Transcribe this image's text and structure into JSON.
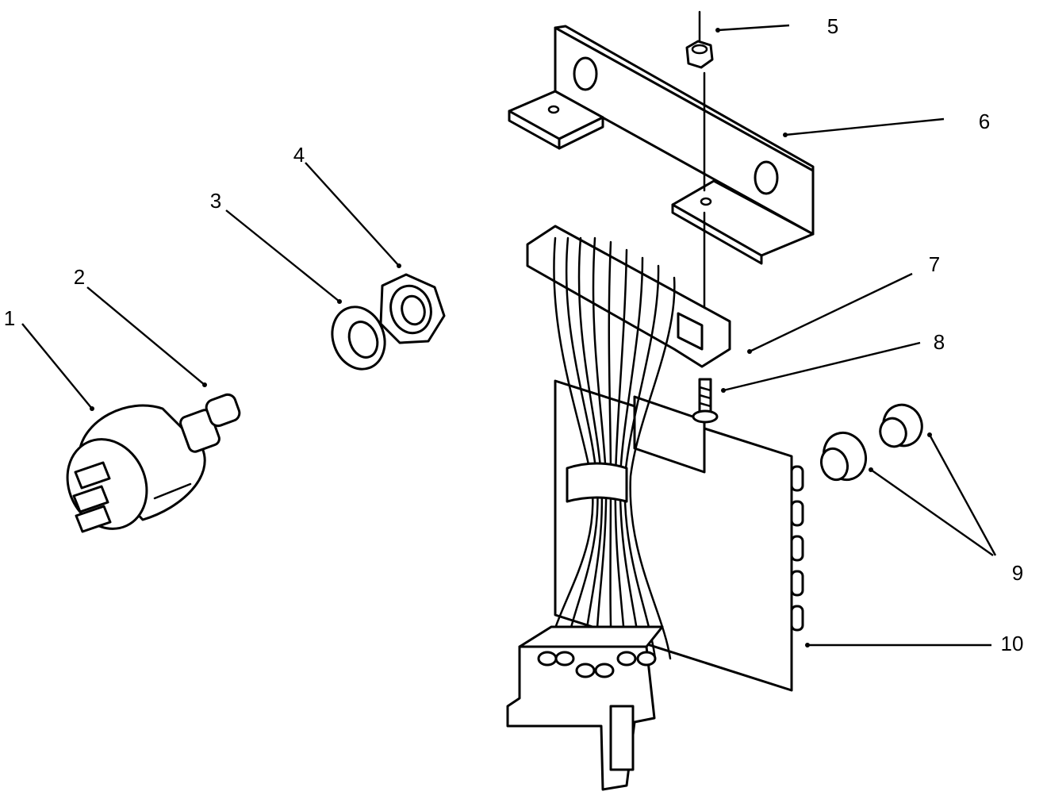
{
  "diagram": {
    "callouts": [
      {
        "id": 1,
        "label": "1"
      },
      {
        "id": 2,
        "label": "2"
      },
      {
        "id": 3,
        "label": "3"
      },
      {
        "id": 4,
        "label": "4"
      },
      {
        "id": 5,
        "label": "5"
      },
      {
        "id": 6,
        "label": "6"
      },
      {
        "id": 7,
        "label": "7"
      },
      {
        "id": 8,
        "label": "8"
      },
      {
        "id": 9,
        "label": "9"
      },
      {
        "id": 10,
        "label": "10"
      }
    ]
  }
}
